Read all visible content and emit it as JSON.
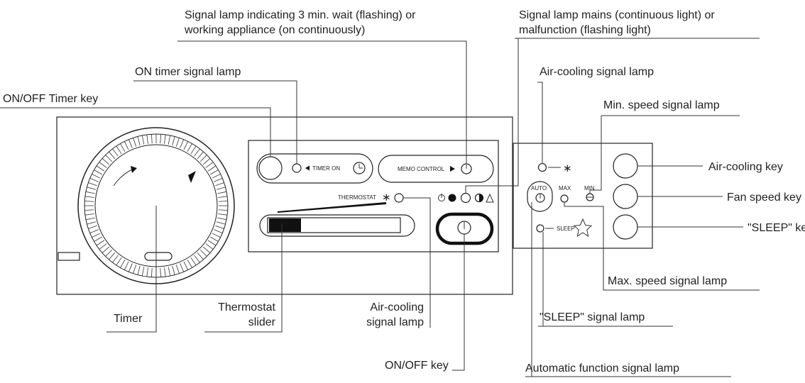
{
  "callouts": {
    "signal_3min": [
      "Signal lamp indicating 3 min. wait (flashing) or",
      "working appliance (on continuously)"
    ],
    "mains": [
      "Signal lamp mains (continuous light) or",
      "malfunction (flashing light)"
    ],
    "on_timer_lamp": "ON timer signal lamp",
    "onoff_timer_key": "ON/OFF Timer key",
    "aircool_lamp_top": "Air-cooling signal lamp",
    "min_speed": "Min. speed signal lamp",
    "aircool_key": "Air-cooling key",
    "fan_speed_key": "Fan speed key",
    "sleep_key": "\"SLEEP\" key",
    "max_speed": "Max. speed signal lamp",
    "sleep_lamp": "\"SLEEP\" signal lamp",
    "auto_lamp": "Automatic function signal lamp",
    "onoff_key": "ON/OFF key",
    "aircool_lamp_bottom": [
      "Air-cooling",
      "signal lamp"
    ],
    "thermostat_slider": [
      "Thermostat",
      "slider"
    ],
    "timer": "Timer"
  },
  "panel": {
    "timer_on": "TIMER ON",
    "memo_control": "MEMO CONTROL",
    "thermostat": "THERMOSTAT",
    "auto": "AUTO",
    "max": "MAX",
    "min": "MIN",
    "sleep": "SLEEP"
  }
}
